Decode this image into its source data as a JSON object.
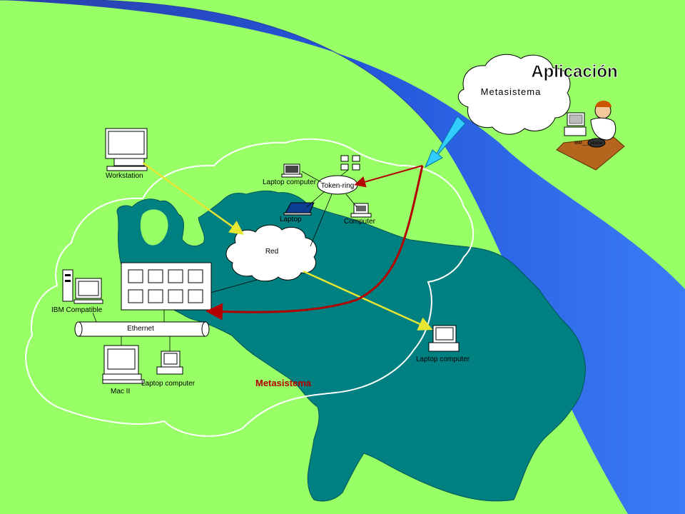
{
  "title": "Aplicación",
  "cloud_metasistema": "Metasistema",
  "region_label": "Metasistema",
  "network": {
    "red": "Red",
    "token_ring": "Token-ring",
    "ethernet": "Ethernet"
  },
  "devices": {
    "workstation": "Workstation",
    "laptop_computer_top": "Laptop computer",
    "laptop": "Laptop",
    "computer": "Computer",
    "ibm_compatible": "IBM Compatible",
    "mac_ii": "Mac II",
    "laptop_computer_bottom": "Laptop computer",
    "laptop_computer_right": "Laptop computer"
  },
  "colors": {
    "background": "#99ff66",
    "map": "#008080",
    "band": "#1f49d4",
    "red_arrow": "#b30000",
    "yellow_arrow": "#e6e633",
    "cyan_arrow": "#33ccff"
  }
}
